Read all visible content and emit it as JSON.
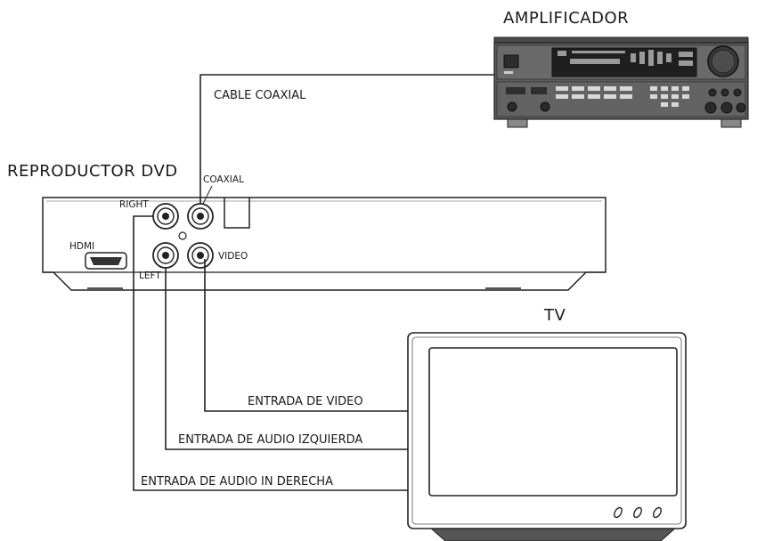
{
  "amplifier": {
    "title": "AMPLIFICADOR"
  },
  "dvd": {
    "title": "REPRODUCTOR DVD",
    "ports": {
      "hdmi": "HDMI",
      "right": "RIGHT",
      "left": "LEFT",
      "coaxial": "COAXIAL",
      "video": "VIDEO"
    }
  },
  "cables": {
    "coaxial": "CABLE COAXIAL",
    "video_in": "ENTRADA DE VIDEO",
    "audio_left_in": "ENTRADA DE AUDIO IZQUIERDA",
    "audio_right_in": "ENTRADA DE AUDIO IN DERECHA"
  },
  "tv": {
    "title": "TV"
  }
}
